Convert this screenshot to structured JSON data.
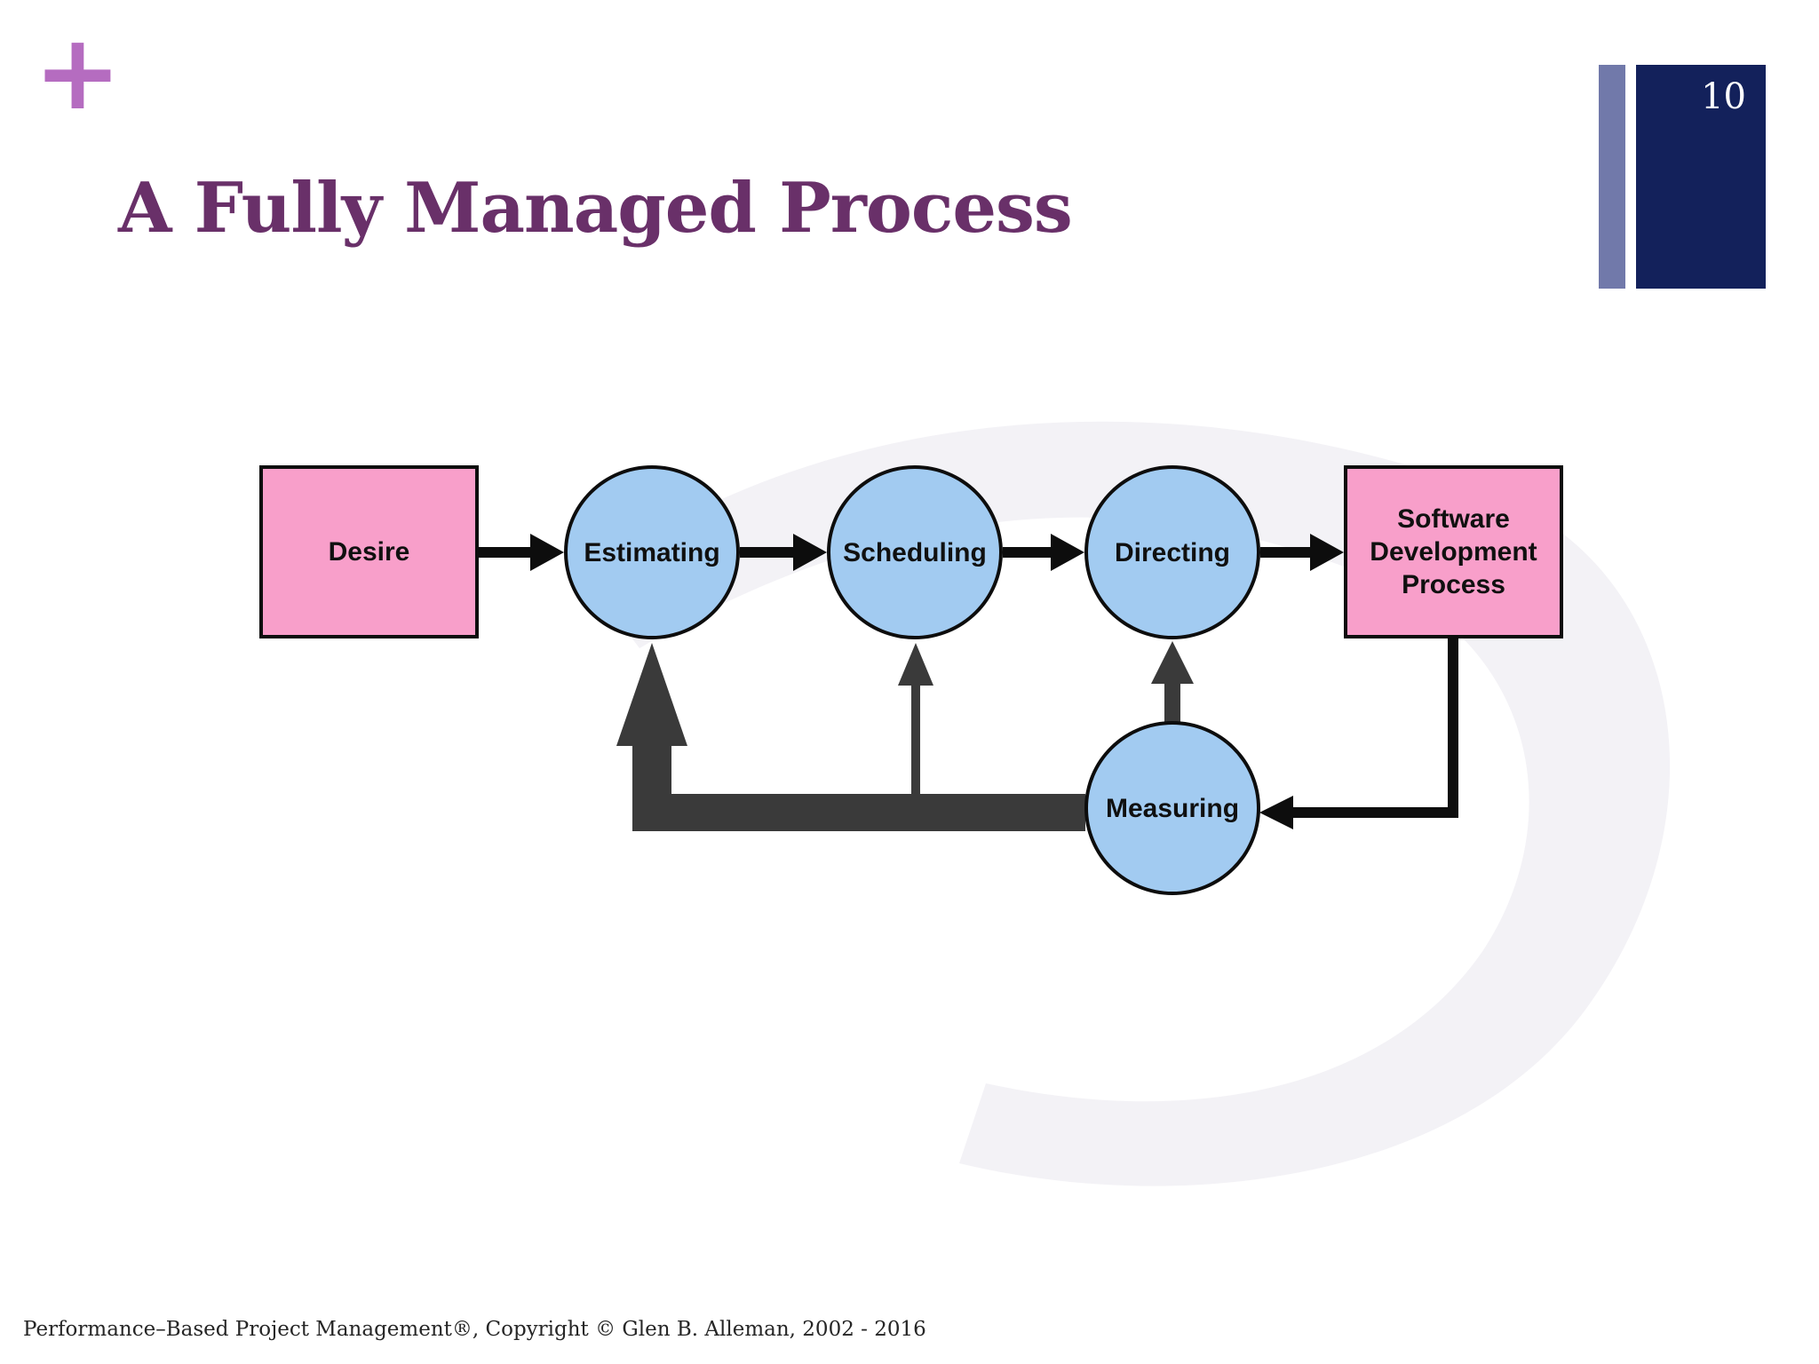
{
  "slide": {
    "plus_mark": "+",
    "title": "A Fully Managed Process",
    "page_number": "10",
    "footer": "Performance–Based Project Management®, Copyright © Glen B. Alleman, 2002 - 2016"
  },
  "diagram": {
    "nodes": {
      "desire": "Desire",
      "estimating": "Estimating",
      "scheduling": "Scheduling",
      "directing": "Directing",
      "software_dev": "Software Development Process",
      "measuring": "Measuring"
    },
    "edges": [
      {
        "from": "Desire",
        "to": "Estimating",
        "style": "black-arrow"
      },
      {
        "from": "Estimating",
        "to": "Scheduling",
        "style": "black-arrow"
      },
      {
        "from": "Scheduling",
        "to": "Directing",
        "style": "black-arrow"
      },
      {
        "from": "Directing",
        "to": "Software Development Process",
        "style": "black-arrow"
      },
      {
        "from": "Software Development Process",
        "to": "Measuring",
        "style": "black-elbow-arrow"
      },
      {
        "from": "Measuring",
        "to": "Directing",
        "style": "gray-feedback-arrow"
      },
      {
        "from": "Measuring",
        "to": "Scheduling",
        "style": "gray-feedback-arrow"
      },
      {
        "from": "Measuring",
        "to": "Estimating",
        "style": "gray-feedback-arrow-thick"
      }
    ],
    "colors": {
      "process_box_fill": "#f89fca",
      "activity_circle_fill": "#a2cbf1",
      "node_border": "#0d0d0d",
      "arrow_black": "#0d0d0d",
      "arrow_gray": "#3a3a3a",
      "swoosh": "#f3f2f6"
    }
  },
  "theme": {
    "title_color": "#693069",
    "plus_color": "#b56cc0",
    "page_block_color": "#13215b",
    "page_bar_color": "#7179aa",
    "footer_color": "#262626"
  }
}
